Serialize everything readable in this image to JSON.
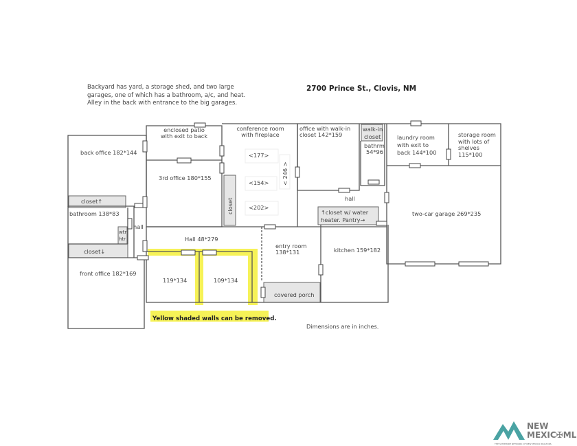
{
  "header": {
    "notes": [
      "Backyard has yard, a storage shed, and two large",
      "garages, one of which has a bathroom, a/c, and heat.",
      "Alley in the back with entrance to the big garages."
    ],
    "address": "2700 Prince St., Clovis, NM"
  },
  "rooms": {
    "back_office": "back office 182*144",
    "patio": [
      "enclosed patio",
      "with exit to back"
    ],
    "third_office": "3rd office 180*155",
    "conference": [
      "conference room",
      "with fireplace"
    ],
    "dim_177": "<177>",
    "dim_154": "<154>",
    "dim_202": "<202>",
    "dim_246": "< 246 >",
    "conf_closet": "closet",
    "office_walkin": [
      "office with walk-in",
      "closet 142*159"
    ],
    "walkin_closet": [
      "walk-in",
      "closet"
    ],
    "bathrm": [
      "bathrm",
      "54*96"
    ],
    "laundry": [
      "laundry room",
      "with exit to",
      "back 144*100"
    ],
    "storage": [
      "storage room",
      "with lots of",
      "shelves",
      "115*100"
    ],
    "hall_right": "hall",
    "water_closet": [
      "closet w/ water",
      "heater.  Pantry"
    ],
    "garage": "two-car garage 269*235",
    "closet_up": "closet",
    "bathroom": "bathroom 138*83",
    "wtr_htr": [
      "wtr",
      "htr"
    ],
    "hall_left": "hall",
    "closet_down": "closet",
    "front_office": "front office 182*169",
    "hall_main": "Hall 48*279",
    "room_a": "119*134",
    "room_b": "109*134",
    "entry": [
      "entry room",
      "138*131"
    ],
    "kitchen": "kitchen 159*182",
    "porch": "covered porch"
  },
  "footer": {
    "yellow_note": "Yellow shaded walls can be removed.",
    "dimensions_note": "Dimensions are in inches.",
    "highlight_color": "#f5f03a"
  },
  "logo": {
    "text": "NEW MEXICO MLS",
    "tagline": "THE STATEWIDE NETWORK OF NEW MEXICO REALTORS",
    "color": "#4aa3a3"
  }
}
